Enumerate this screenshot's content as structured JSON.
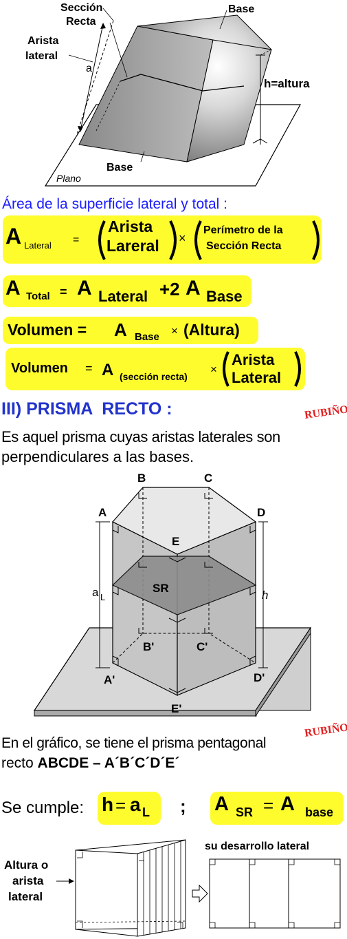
{
  "oblique": {
    "label_seccion": "Sección",
    "label_recta": "Recta",
    "label_base_top": "Base",
    "label_arista": "Arista",
    "label_lateral": "lateral",
    "label_a": "a",
    "label_h": "h=altura",
    "label_base_bottom": "Base",
    "label_plano": "Plano"
  },
  "area_heading": "Área de la superficie lateral y total :",
  "f1": {
    "A": "A",
    "sub": "Lateral",
    "eq": "=",
    "top1": "Arista",
    "bot1": "Lareral",
    "times": "×",
    "top2": "Perímetro de la",
    "bot2": "Sección Recta"
  },
  "f2": {
    "A1": "A",
    "sub1": "Total",
    "eq": "=",
    "A2": "A",
    "sub2": "Lateral",
    "plus": "+2",
    "A3": "A",
    "sub3": "Base"
  },
  "f3": {
    "vol": "Volumen =",
    "A": "A",
    "sub": "Base",
    "times": "×",
    "alt": "(Altura)"
  },
  "f4": {
    "vol": "Volumen",
    "eq": "=",
    "A": "A",
    "sub": "(sección recta)",
    "times": "×",
    "top": "Arista",
    "bot": "Lateral"
  },
  "section_title": "III) PRISMA  RECTO :",
  "logo_text": "RUBIÑOS",
  "definition_line1": "Es aquel prisma cuyas aristas laterales son",
  "definition_line2": "perpendiculares a las bases.",
  "prism": {
    "B": "B",
    "C": "C",
    "A": "A",
    "D": "D",
    "E": "E",
    "SR": "SR",
    "aL_a": "a",
    "aL_L": "L",
    "h": "h",
    "Bp": "B'",
    "Cp": "C'",
    "Ap": "A'",
    "Dp": "D'",
    "Ep": "E'"
  },
  "graph_line1": "En el gráfico, se tiene el prisma pentagonal",
  "graph_line2_prefix": "recto ",
  "graph_line2_bold": "ABCDE – A´B´C´D´E´",
  "cumple": {
    "label": "Se cumple:",
    "h": "h",
    "eq": "=",
    "a": "a",
    "L": "L",
    "semicolon": ";",
    "A1": "A",
    "SR": "SR",
    "eq2": "=",
    "A2": "A",
    "base": "base"
  },
  "bottom": {
    "label_altura": "Altura o",
    "label_arista": "arista",
    "label_lateral": "lateral",
    "desarrollo": "su desarrollo lateral"
  },
  "colors": {
    "highlight": "#fffc2e",
    "heading_blue": "#1a1aff",
    "title_navy": "#2233cc"
  }
}
